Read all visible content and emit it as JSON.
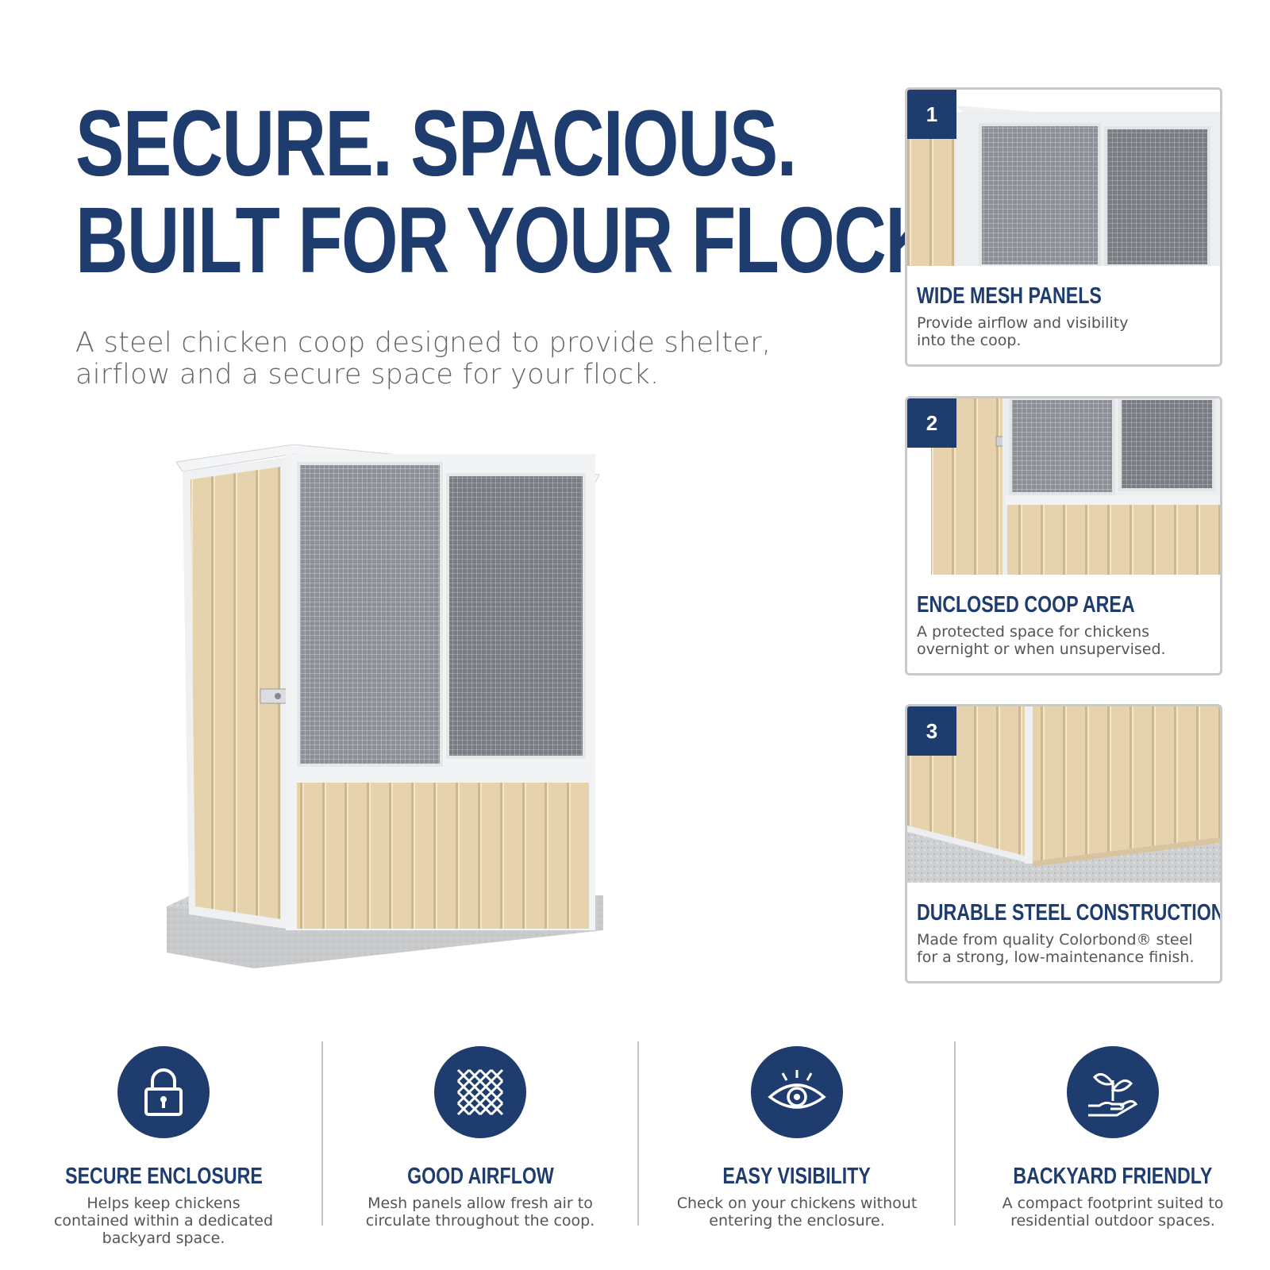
{
  "headline": {
    "line1": "SECURE. SPACIOUS.",
    "line2": "BUILT FOR YOUR FLOCK."
  },
  "subtitle": {
    "line1": "A steel chicken coop designed to provide shelter,",
    "line2": "airflow and a secure space for your flock."
  },
  "colors": {
    "brand_navy": "#1e3c6e",
    "panel_beige": "#e8d6b4",
    "border_gray": "#c9c9c9"
  },
  "cards": [
    {
      "number": "1",
      "title": "WIDE MESH PANELS",
      "desc": [
        "Provide airflow and visibility",
        "into the coop."
      ]
    },
    {
      "number": "2",
      "title": "ENCLOSED COOP AREA",
      "desc": [
        "A protected space for chickens",
        "overnight or when unsupervised."
      ]
    },
    {
      "number": "3",
      "title": "DURABLE STEEL CONSTRUCTION",
      "desc": [
        "Made from quality Colorbond® steel",
        "for a strong, low-maintenance finish."
      ]
    }
  ],
  "features": [
    {
      "icon": "lock-icon",
      "title": "SECURE ENCLOSURE",
      "desc": [
        "Helps keep chickens",
        "contained within a dedicated",
        "backyard space."
      ]
    },
    {
      "icon": "mesh-icon",
      "title": "GOOD AIRFLOW",
      "desc": [
        "Mesh panels allow fresh air to",
        "circulate throughout the coop."
      ]
    },
    {
      "icon": "eye-icon",
      "title": "EASY VISIBILITY",
      "desc": [
        "Check on your chickens without",
        "entering the enclosure."
      ]
    },
    {
      "icon": "plant-hand-icon",
      "title": "BACKYARD FRIENDLY",
      "desc": [
        "A compact footprint suited to",
        "residential outdoor spaces."
      ]
    }
  ]
}
